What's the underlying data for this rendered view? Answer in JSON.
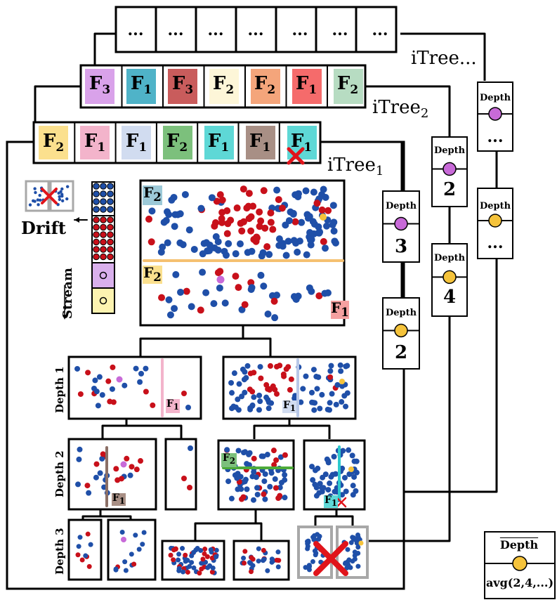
{
  "trees": [
    {
      "name": "iTree",
      "subscript": "...",
      "feature_cells": [
        "...",
        "...",
        "...",
        "...",
        "...",
        "...",
        "..."
      ],
      "depth_boxes": [
        {
          "title": "Depth",
          "value": "...",
          "marker": "#c86ad8"
        },
        {
          "title": "Depth",
          "value": "...",
          "marker": "#f5c33b"
        }
      ]
    },
    {
      "name": "iTree",
      "subscript": "2",
      "feature_cells": [
        {
          "label": "F",
          "sub": "3",
          "color": "#d9a2ea"
        },
        {
          "label": "F",
          "sub": "1",
          "color": "#4fb3c8"
        },
        {
          "label": "F",
          "sub": "3",
          "color": "#c95c5c"
        },
        {
          "label": "F",
          "sub": "2",
          "color": "#fdf6d8"
        },
        {
          "label": "F",
          "sub": "2",
          "color": "#f4a57b"
        },
        {
          "label": "F",
          "sub": "1",
          "color": "#f56b6b"
        },
        {
          "label": "F",
          "sub": "2",
          "color": "#b7dcc2"
        }
      ],
      "depth_boxes": [
        {
          "title": "Depth",
          "value": "2",
          "marker": "#c86ad8"
        },
        {
          "title": "Depth",
          "value": "4",
          "marker": "#f5c33b"
        }
      ]
    },
    {
      "name": "iTree",
      "subscript": "1",
      "feature_cells": [
        {
          "label": "F",
          "sub": "2",
          "color": "#fbe08e"
        },
        {
          "label": "F",
          "sub": "1",
          "color": "#f3b4cb"
        },
        {
          "label": "F",
          "sub": "1",
          "color": "#d1dcf0"
        },
        {
          "label": "F",
          "sub": "2",
          "color": "#7cc07c"
        },
        {
          "label": "F",
          "sub": "1",
          "color": "#5ed8d6"
        },
        {
          "label": "F",
          "sub": "1",
          "color": "#a88f85"
        },
        {
          "label": "F",
          "sub": "1",
          "color": "#5ed8d6"
        }
      ],
      "depth_boxes": [
        {
          "title": "Depth",
          "value": "3",
          "marker": "#c86ad8"
        },
        {
          "title": "Depth",
          "value": "2",
          "marker": "#f5c33b"
        }
      ]
    }
  ],
  "drift_label": "Drift",
  "stream_label": "Stream",
  "row_labels": [
    "Depth 1",
    "Depth 2",
    "Depth 3"
  ],
  "split_tags": {
    "main_top": {
      "label": "F",
      "sub": "2",
      "color": "#9cc9d8"
    },
    "main_split": {
      "label": "F",
      "sub": "2",
      "color": "#fbe08e"
    },
    "main_corner": {
      "label": "F",
      "sub": "1",
      "color": "#f5a0a0"
    },
    "d1_left": {
      "label": "F",
      "sub": "1",
      "color": "#f3b4cb"
    },
    "d1_right": {
      "label": "F",
      "sub": "1",
      "color": "#d1dcf0"
    },
    "d2_a": {
      "label": "F",
      "sub": "1",
      "color": "#a88f85"
    },
    "d2_c": {
      "label": "F",
      "sub": "2",
      "color": "#7cc07c"
    },
    "d2_d": {
      "label": "F",
      "sub": "1",
      "color": "#5ed8d6"
    }
  },
  "average_box": {
    "title": "Depth",
    "value": "avg(2,4,...)",
    "marker": "#f5c33b"
  },
  "colors": {
    "normal": "#1f4fa8",
    "anomaly": "#c8101a",
    "query_purple": "#c86ad8",
    "query_yellow": "#f5c33b",
    "cross": "#e0141b",
    "frame": "#000000",
    "grey": "#a8a8a8"
  },
  "icons": [
    "cross-mark-icon",
    "drift-arrow-icon",
    "stream-arrow-icon"
  ]
}
